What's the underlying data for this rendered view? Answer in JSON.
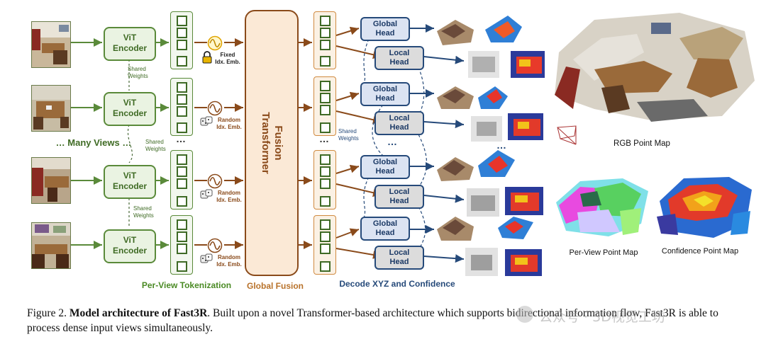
{
  "encoder": {
    "label_line1": "ViT",
    "label_line2": "Encoder"
  },
  "shared_weights": {
    "line1": "Shared",
    "line2": "Weights"
  },
  "many_views": "… Many Views …",
  "pos_emb": {
    "fixed_line1": "Fixed",
    "fixed_line2": "Idx. Emb.",
    "random_line1": "Random",
    "random_line2": "Idx. Emb."
  },
  "fusion": {
    "line1": "Fusion",
    "line2": "Transformer"
  },
  "heads": {
    "global_line1": "Global",
    "global_line2": "Head",
    "local_line1": "Local",
    "local_line2": "Head"
  },
  "stage_labels": {
    "tokenization": "Per-View Tokenization",
    "global_fusion": "Global Fusion",
    "decode": "Decode XYZ and Confidence"
  },
  "outputs": {
    "rgb": "RGB Point Map",
    "per_view": "Per-View Point Map",
    "confidence": "Confidence Point Map"
  },
  "ellipsis": "…",
  "caption": {
    "prefix": "Figure 2.",
    "bold": "Model architecture of Fast3R",
    "text": ". Built upon a novel Transformer-based architecture which supports bidirectional information flow, Fast3R is able to process dense input views simultaneously."
  },
  "watermark": "公众号 · 3D视觉工坊",
  "colors": {
    "green": "#5a8a3a",
    "orange": "#c9803a",
    "navy": "#264a7a",
    "fusion_fill": "#fbe9d6"
  },
  "icons": [
    "lock-icon",
    "sine-wave-icon",
    "dice-icon"
  ]
}
